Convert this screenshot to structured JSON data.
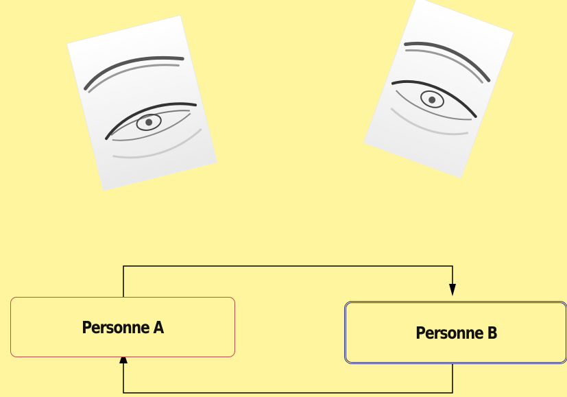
{
  "diagram": {
    "node_a": {
      "label": "Personne A",
      "border_color": "#c64b4b"
    },
    "node_b": {
      "label": "Personne B",
      "border_color": "#2a2a7a"
    },
    "edges": [
      {
        "from": "node_a",
        "to": "node_b",
        "route": "over-top"
      },
      {
        "from": "node_b",
        "to": "node_a",
        "route": "under-bottom"
      }
    ],
    "images": [
      {
        "icon": "eye-sketch-left"
      },
      {
        "icon": "eye-sketch-right"
      }
    ],
    "background_color": "#FFF59E"
  }
}
